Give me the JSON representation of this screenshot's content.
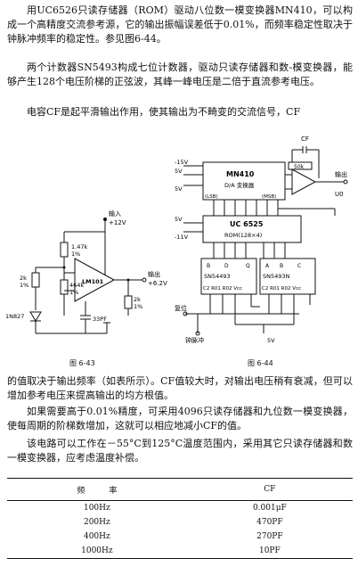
{
  "paragraphs_top": [
    "用UC6526只读存储器（ROM）驱动八位数一模变换器MN410，可以构成一个高精度交流参考源，它的输出振幅误差低于0.01%，而频率稳定性取决于钟脉冲频率的稳定性。参见图6-44。",
    "两个计数器SN5493构成七位计数器，驱动只读存储器和数-模变换器，能够产生128个电压阶梯的正弦波，其峰一峰电压是二倍于直流参考电压。",
    "电容CF是起平滑输出作用，使其输出为不畸变的交流信号，CF"
  ],
  "fig43": {
    "caption": "图 6-43",
    "labels": {
      "input": "输入",
      "vplus": "+12V",
      "r1": "1.47k",
      "r1b": "1%",
      "r2": "2k",
      "r2b": "1%",
      "r3": "2k",
      "r3b": "1%",
      "r4": "464k",
      "r4b": "1%",
      "zener": "1N827",
      "opamp": "LM101",
      "out": "输出",
      "out_v": "+6.2V",
      "cap": "33PF"
    }
  },
  "fig44": {
    "caption": "图 6-44",
    "labels": {
      "cf": "CF",
      "v_neg15": "-15V",
      "v5a": "5V",
      "v5b": "5V",
      "v5c": "5V",
      "v5d": "5V",
      "v_neg11": "-11V",
      "mn410": "MN410",
      "mn410_sub": "D/A 变换器",
      "lsb": "(LSB)",
      "msb": "(MSB)",
      "uc6525": "UC 6525",
      "rom": "ROM(128×4)",
      "r50k": "50k",
      "uo": "U0",
      "out": "输出",
      "cnt1": "SN54493",
      "cnt2": "SN5493N",
      "cnt_pins": "C2 R01 R02 Vcc",
      "reset": "复位",
      "clock": "钟脉冲",
      "pinA": "A",
      "pinB": "B",
      "pinC": "C",
      "pinD": "D",
      "pinQ": "Q"
    }
  },
  "paragraphs_bottom": [
    "的值取决于输出频率（如表所示）。CF值较大时，对输出电压稍有衰减，但可以增加参考电压来提高输出的均方根值。",
    "如果需要高于0.01%精度，可采用4096只读存储器和九位数一模变换器，使每周期的阶梯数增加，这就可以相应地减小CF的值。",
    "该电路可以工作在－55°C到125°C温度范围内，采用其它只读存储器和数一模变换器，应考虑温度补偿。"
  ],
  "table": {
    "headers": [
      "频　　　率",
      "CF"
    ],
    "rows": [
      [
        "100Hz",
        "0.001μF"
      ],
      [
        "200Hz",
        "470PF"
      ],
      [
        "400Hz",
        "270PF"
      ],
      [
        "1000Hz",
        "10PF"
      ]
    ]
  }
}
